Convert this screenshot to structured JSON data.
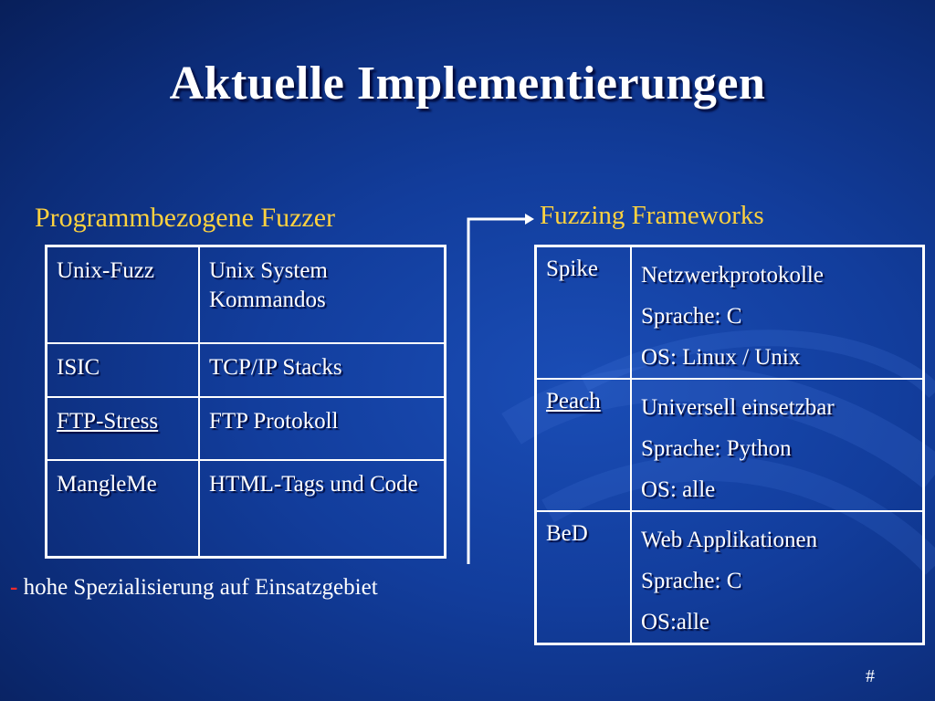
{
  "slide": {
    "title": "Aktuelle Implementierungen",
    "page_marker": "#"
  },
  "left": {
    "heading": "Programmbezogene Fuzzer",
    "rows": [
      {
        "name": "Unix-Fuzz",
        "description": "Unix System Kommandos",
        "underlined": false
      },
      {
        "name": "ISIC",
        "description": "TCP/IP Stacks",
        "underlined": false
      },
      {
        "name": "FTP-Stress",
        "description": "FTP Protokoll",
        "underlined": true
      },
      {
        "name": "MangleMe",
        "description": "HTML-Tags und Code",
        "underlined": false
      }
    ],
    "note_dash": "-",
    "note": "hohe Spezialisierung auf Einsatzgebiet"
  },
  "right": {
    "heading": "Fuzzing Frameworks",
    "rows": [
      {
        "name": "Spike",
        "underlined": false,
        "lines": [
          "Netzwerkprotokolle",
          "Sprache: C",
          "OS: Linux / Unix"
        ]
      },
      {
        "name": "Peach",
        "underlined": true,
        "lines": [
          "Universell einsetzbar",
          "Sprache: Python",
          "OS: alle"
        ]
      },
      {
        "name": "BeD",
        "underlined": false,
        "lines": [
          "Web Applikationen",
          "Sprache: C",
          "OS:alle"
        ]
      }
    ]
  },
  "colors": {
    "heading": "#ffd23f",
    "text": "#ffffff",
    "dash": "#ff2a2a",
    "background": "#123d9c"
  }
}
